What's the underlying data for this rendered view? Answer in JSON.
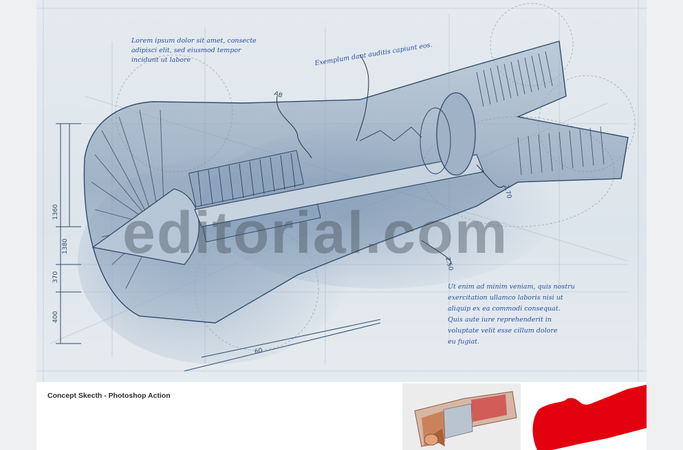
{
  "caption": "Concept Skecth - Photoshop Action",
  "watermark": "editorial.com",
  "dimensions": {
    "d1": "1360",
    "d2": "1380",
    "d3": "370",
    "d4": "60",
    "d5": "400",
    "d6": "AB",
    "d7": "2.50",
    "d8": "2.70"
  },
  "handwriting": {
    "note_top_left": [
      "Lorem ipsum dolor sit amet, consecte",
      "adipisci elit, sed eiusmod tempor",
      "incidunt ut labore"
    ],
    "note_top_center": "Exemplum dant auditis capiunt eos.",
    "note_bottom_right": [
      "Ut enim ad minim veniam, quis nostru",
      "exercitation ullamco laboris nisi ut",
      "aliquip ex ea commodi consequat.",
      "Quis aute iure reprehenderit in",
      "voluptate velit esse cillum dolore",
      "eu fugiat."
    ]
  },
  "colors": {
    "paper": "#e2e8ee",
    "ink": "#2f4a6b",
    "pen_blue": "#2a4fa3",
    "mask_red": "#e3000f",
    "copper": "#c9825a"
  }
}
